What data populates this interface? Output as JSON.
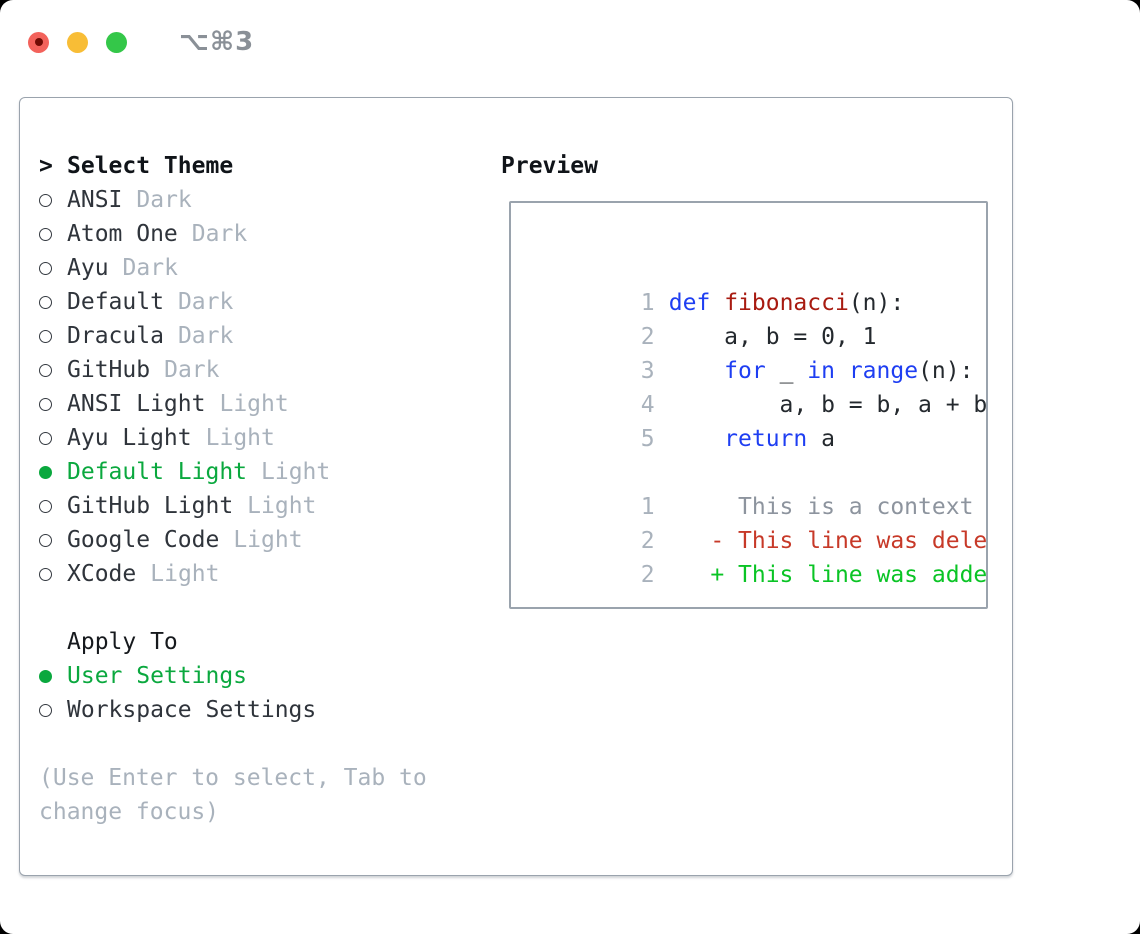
{
  "window": {
    "title": "⌥⌘3",
    "traffic_lights": [
      "close",
      "minimize",
      "zoom"
    ]
  },
  "colors": {
    "accent_green": "#0aa83e",
    "added_green": "#0ac425",
    "deleted_red": "#c73928",
    "keyword_blue": "#1e3ef2",
    "function_red": "#a81b11",
    "muted_gray": "#a9b2bc",
    "context_gray": "#8d949e",
    "border_gray": "#9aa3ad",
    "traffic_red": "#f3625b",
    "traffic_yellow": "#f8bd36",
    "traffic_green": "#34c749"
  },
  "theme_list": {
    "cursor": ">",
    "header": "Select Theme",
    "items": [
      {
        "name": "ANSI",
        "badge": "Dark",
        "selected": false
      },
      {
        "name": "Atom One",
        "badge": "Dark",
        "selected": false
      },
      {
        "name": "Ayu",
        "badge": "Dark",
        "selected": false
      },
      {
        "name": "Default",
        "badge": "Dark",
        "selected": false
      },
      {
        "name": "Dracula",
        "badge": "Dark",
        "selected": false
      },
      {
        "name": "GitHub",
        "badge": "Dark",
        "selected": false
      },
      {
        "name": "ANSI Light",
        "badge": "Light",
        "selected": false
      },
      {
        "name": "Ayu Light",
        "badge": "Light",
        "selected": false
      },
      {
        "name": "Default Light",
        "badge": "Light",
        "selected": true
      },
      {
        "name": "GitHub Light",
        "badge": "Light",
        "selected": false
      },
      {
        "name": "Google Code",
        "badge": "Light",
        "selected": false
      },
      {
        "name": "XCode",
        "badge": "Light",
        "selected": false
      }
    ]
  },
  "apply_to": {
    "header": "Apply To",
    "options": [
      {
        "label": "User Settings",
        "selected": true
      },
      {
        "label": "Workspace Settings",
        "selected": false
      }
    ]
  },
  "hint": {
    "line1": "(Use Enter to select, Tab to",
    "line2": "change focus)"
  },
  "preview": {
    "title": "Preview",
    "code": [
      {
        "num": "1",
        "tokens": [
          {
            "text": "def",
            "style": "keyword"
          },
          {
            "text": " ",
            "style": "plain"
          },
          {
            "text": "fibonacci",
            "style": "function"
          },
          {
            "text": "(n):",
            "style": "plain"
          }
        ]
      },
      {
        "num": "2",
        "tokens": [
          {
            "text": "    a, b = 0, 1",
            "style": "plain"
          }
        ]
      },
      {
        "num": "3",
        "tokens": [
          {
            "text": "    ",
            "style": "plain"
          },
          {
            "text": "for",
            "style": "keyword"
          },
          {
            "text": " _ ",
            "style": "plain"
          },
          {
            "text": "in",
            "style": "keyword"
          },
          {
            "text": " ",
            "style": "plain"
          },
          {
            "text": "range",
            "style": "keyword"
          },
          {
            "text": "(n):",
            "style": "plain"
          }
        ]
      },
      {
        "num": "4",
        "tokens": [
          {
            "text": "        a, b = b, a + b",
            "style": "plain"
          }
        ]
      },
      {
        "num": "5",
        "tokens": [
          {
            "text": "    ",
            "style": "plain"
          },
          {
            "text": "return",
            "style": "keyword"
          },
          {
            "text": " a",
            "style": "plain"
          }
        ]
      }
    ],
    "diff": [
      {
        "num": "1",
        "body": "     This is a context line.",
        "type": "context"
      },
      {
        "num": "2",
        "body": "   - This line was deleted.",
        "type": "deleted"
      },
      {
        "num": "2",
        "body": "   + This line was added.",
        "type": "added"
      }
    ]
  }
}
